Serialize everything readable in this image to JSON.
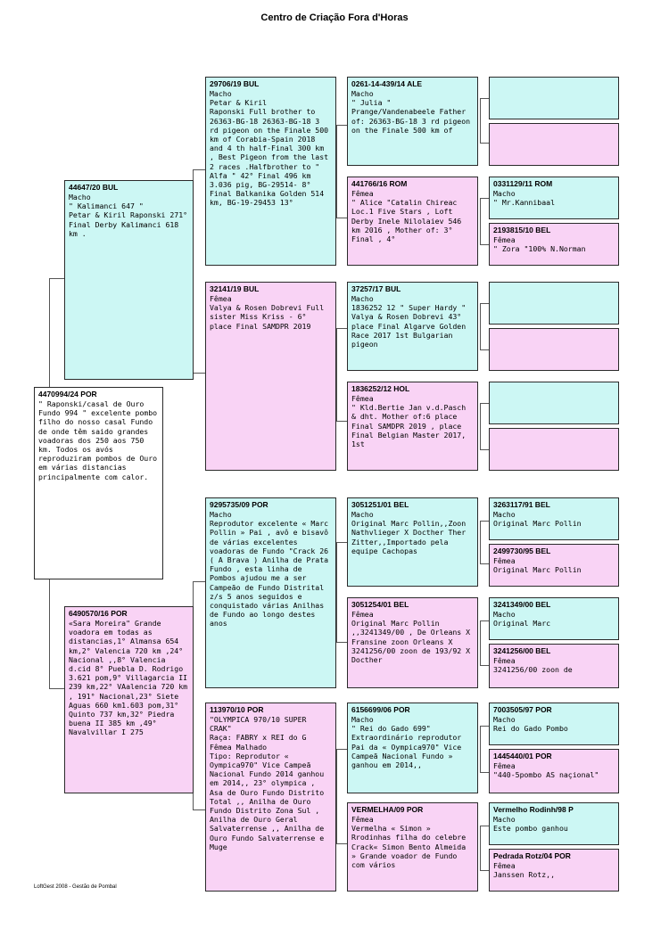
{
  "title": "Centro de Criação Fora d'Horas",
  "footer": "LoftGest 2008 - Gestão de Pombal",
  "colors": {
    "male": "#ccf7f4",
    "female": "#f9d3f5",
    "border": "#2a2a2a"
  },
  "pigeons": {
    "p0": {
      "ring": "4470994/24 POR",
      "sex": "",
      "desc": "\" Raponski/casal de Ouro Fundo 994 \" excelente pombo filho do nosso casal Fundo de onde têm saido grandes voadoras dos 250 aos 750 km. Todos os avós reproduziram pombos de Ouro em várias distancias principalmente com calor."
    },
    "sire": {
      "ring": "44647/20 BUL",
      "sex": "Macho",
      "desc": "\" Kalimanci 647 \"\nPetar & Kiril Raponski 271° Final Derby Kalimanci 618 km ."
    },
    "dam": {
      "ring": "6490570/16 POR",
      "sex": "",
      "desc": "«Sara Moreira\" Grande voadora em todas as distancias,1° Almansa 654 km,2° Valencia 720 km ,24° Nacional ,,8° Valencia d.cid 8° Puebla D. Rodrigo 3.621 pom,9° Villagarcia II 239 km,22° VAalencia 720 km , 191° Nacional,23° Siete Aguas 660 km1.603 pom,31° Quinto 737 km,32° Piedra buena II 385 km ,49° Navalvillar I 275"
    },
    "ss": {
      "ring": "29706/19 BUL",
      "sex": "Macho",
      "desc": "Petar & Kiril\nRaponski Full brother to 26363-BG-18 26363-BG-18 3 rd pigeon on the Finale 500 km of Corabia-Spain 2018 and 4 th half-Final 300 km , Best Pigeon from the last 2 races .Halfbrother to \" Alfa \" 42° Final 496 km 3.036 pig, BG-29514- 8° Final Balkanika Golden 514 km, BG-19-29453 13°"
    },
    "sd": {
      "ring": "32141/19 BUL",
      "sex": "Fêmea",
      "desc": "Valya & Rosen Dobrevi Full sister Miss Kriss - 6° place Final SAMDPR 2019"
    },
    "ds": {
      "ring": "9295735/09 POR",
      "sex": "Macho",
      "desc": "Reprodutor excelente « Marc Pollin » Pai , avô e bisavô de várias excelentes voadoras de Fundo \"Crack 26 ( A Brava ) Anilha de Prata Fundo , esta linha de Pombos ajudou me a ser Campeão de Fundo Distrital z/s 5 anos seguidos e conquistado várias Anilhas de Fundo ao longo destes anos"
    },
    "dd": {
      "ring": "113970/10 POR",
      "sex": "",
      "desc": "\"OLYMPICA 970/10 SUPER CRAK\"\nRaça: FABRY x REI do G Fêmea Malhado\nTipo: Reprodutor « Oympica970\" Vice Campeã Nacional Fundo 2014 ganhou em 2014,, 23° olympica , Asa de Ouro Fundo Distrito Total ,, Anilha de Ouro Fundo Distrito Zona Sul , Anilha de Ouro Geral Salvaterrense ,, Anilha de Ouro Fundo Salvaterrense e Muge"
    },
    "sss": {
      "ring": "0261-14-439/14 ALE",
      "sex": "Macho",
      "desc": "\" Julia \"\nPrange/Vandenabeele Father of: 26363-BG-18 3 rd pigeon on the Finale 500 km of"
    },
    "ssd": {
      "ring": "441766/16 ROM",
      "sex": "Fêmea",
      "desc": "\" Alice \"Catalin Chireac Loc.1 Five Stars , Loft Derby Inele Nilolaiev 546 km 2016 , Mother of: 3° Final , 4°"
    },
    "sds": {
      "ring": "37257/17 BUL",
      "sex": "Macho",
      "desc": "1836252 12 \" Super Hardy \" Valya & Rosen Dobrevi 43° place Final Algarve Golden Race 2017 1st Bulgarian pigeon"
    },
    "sdd": {
      "ring": "1836252/12 HOL",
      "sex": "Fêmea",
      "desc": "\" Kld.Bertie Jan v.d.Pasch & dht. Mother of:6 place Final SAMDPR 2019 , place Final Belgian Master 2017, 1st"
    },
    "dss": {
      "ring": "3051251/01 BEL",
      "sex": "Macho",
      "desc": "Original Marc Pollin,,Zoon Nathvlieger X Docther Ther Zitter,,Importado pela equipe Cachopas"
    },
    "dsd": {
      "ring": "3051254/01 BEL",
      "sex": "Fêmea",
      "desc": "Original Marc Pollin ,,3241349/00 , De Orleans X Fransine zoon Orleans X 3241256/00 zoon de 193/92 X Docther"
    },
    "dds": {
      "ring": "6156699/06 POR",
      "sex": "Macho",
      "desc": "\" Rei do Gado 699\" Extraordinário reprodutor Pai da « Oympica970\" Vice Campeã Nacional Fundo » ganhou em 2014,,"
    },
    "ddd": {
      "ring": "VERMELHA/09 POR",
      "sex": "Fêmea",
      "desc": "Vermelha « Simon » Rrodinhas filha do celebre Crack« Simon Bento Almeida » Grande voador de Fundo com vários"
    },
    "ssds": {
      "ring": "0331129/11 ROM",
      "sex": "Macho",
      "desc": "\" Mr.Kannibaal"
    },
    "ssdd": {
      "ring": "2193815/10 BEL",
      "sex": "Fêmea",
      "desc": "\" Zora \"100% N.Norman"
    },
    "dsss": {
      "ring": "3263117/91 BEL",
      "sex": "Macho",
      "desc": "Original Marc Pollin"
    },
    "dssd": {
      "ring": "2499730/95 BEL",
      "sex": "Fêmea",
      "desc": "Original Marc Pollin"
    },
    "dsds": {
      "ring": "3241349/00 BEL",
      "sex": "Macho",
      "desc": "Original Marc"
    },
    "dsdd": {
      "ring": "3241256/00 BEL",
      "sex": "Fêmea",
      "desc": "3241256/00 zoon de"
    },
    "ddss": {
      "ring": "7003505/97 POR",
      "sex": "Macho",
      "desc": "Rei do Gado Pombo"
    },
    "ddsd": {
      "ring": "1445440/01 POR",
      "sex": "Fêmea",
      "desc": "\"440-5pombo AS naçional\""
    },
    "ddds": {
      "ring": "Vermelho Rodinh/98 P",
      "sex": "Macho",
      "desc": "Este pombo ganhou"
    },
    "dddd": {
      "ring": "Pedrada Rotz/04 POR",
      "sex": "Fêmea",
      "desc": "Janssen  Rotz,,"
    }
  }
}
